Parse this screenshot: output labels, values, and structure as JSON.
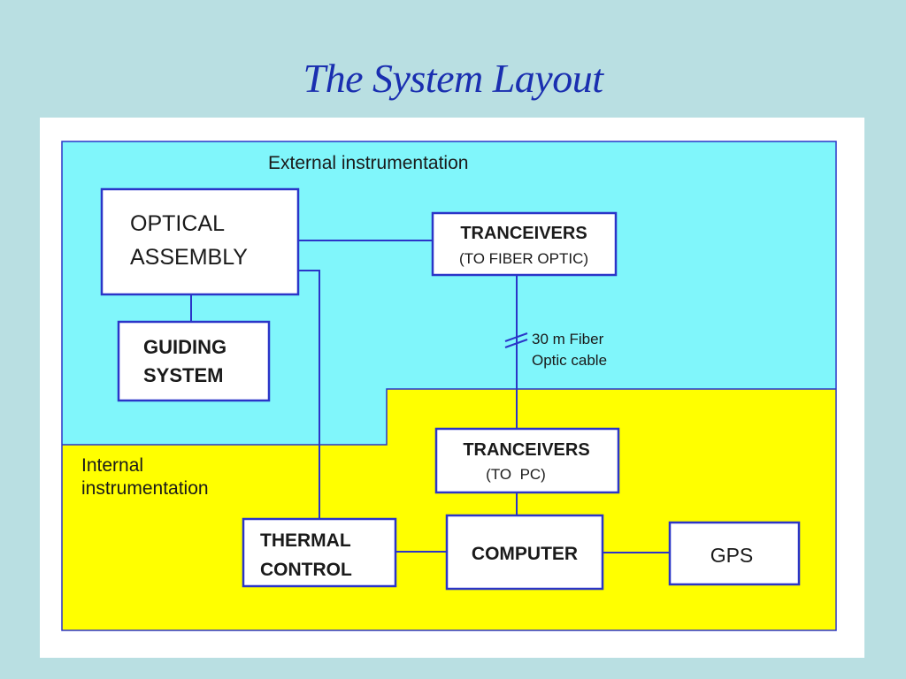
{
  "slide": {
    "title": "The System Layout"
  },
  "zones": {
    "external_label": "External instrumentation",
    "internal_label_line1": "Internal",
    "internal_label_line2": "instrumentation",
    "external_color": "#80f6fb",
    "internal_color": "#ffff00"
  },
  "boxes": {
    "optical_assembly": {
      "line1": "OPTICAL",
      "line2": "ASSEMBLY"
    },
    "guiding_system": {
      "line1": "GUIDING",
      "line2": "SYSTEM"
    },
    "tranceivers_fiber": {
      "line1": "TRANCEIVERS",
      "line2": "(TO FIBER OPTIC)"
    },
    "tranceivers_pc": {
      "line1": "TRANCEIVERS",
      "line2": "(TO  PC)"
    },
    "thermal_control": {
      "line1": "THERMAL",
      "line2": "CONTROL"
    },
    "computer": {
      "line1": "COMPUTER"
    },
    "gps": {
      "line1": "GPS"
    }
  },
  "fiber_cable": {
    "line1": "30 m Fiber",
    "line2": "Optic cable"
  },
  "colors": {
    "title": "#1a2fb0",
    "box_border": "#2b35c8",
    "connector": "#2b35c8"
  }
}
